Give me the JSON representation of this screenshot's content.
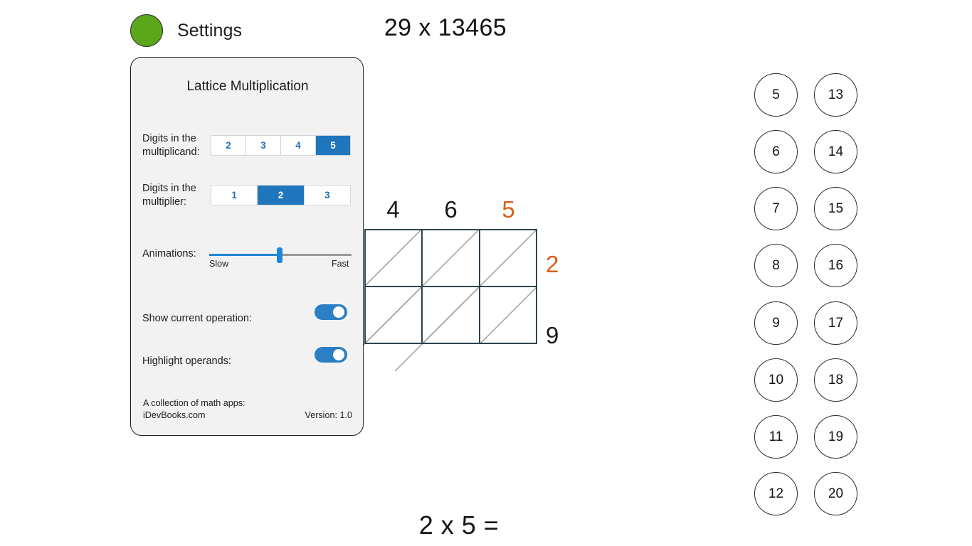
{
  "header": {
    "settings_button_icon": "green-circle",
    "settings_button_color": "#5aa819",
    "label": "Settings"
  },
  "problem": {
    "title": "29 x 13465",
    "multiplicand": "13465",
    "multiplier": "29"
  },
  "lattice": {
    "column_labels": [
      "4",
      "6",
      "5"
    ],
    "column_highlight_index": 2,
    "row_labels": [
      "2",
      "9"
    ],
    "row_highlight_index": 0,
    "rows": 2,
    "cols": 3,
    "cell_size": 81,
    "grid_color": "#2b4450",
    "diagonal_color": "#9a9a9a",
    "highlight_color": "#d9601a"
  },
  "current_operation": {
    "text": "2 x 5 ="
  },
  "number_circles": {
    "column_a": [
      "5",
      "6",
      "7",
      "8",
      "9",
      "10",
      "11",
      "12"
    ],
    "column_b": [
      "13",
      "14",
      "15",
      "16",
      "17",
      "18",
      "19",
      "20"
    ]
  },
  "settings_panel": {
    "title": "Lattice Multiplication",
    "multiplicand_setting": {
      "label_line1": "Digits in the",
      "label_line2": "multiplicand:",
      "options": [
        "2",
        "3",
        "4",
        "5"
      ],
      "selected": "5"
    },
    "multiplier_setting": {
      "label_line1": "Digits in the",
      "label_line2": "multiplier:",
      "options": [
        "1",
        "2",
        "3"
      ],
      "selected": "2"
    },
    "animations_setting": {
      "label": "Animations:",
      "min_label": "Slow",
      "max_label": "Fast",
      "value_percent": 49
    },
    "show_current_operation": {
      "label": "Show current operation:",
      "state": "on"
    },
    "highlight_operands": {
      "label": "Highlight operands:",
      "state": "on"
    },
    "footer": {
      "line1": "A collection of math apps:",
      "line2": "iDevBooks.com",
      "version": "Version: 1.0"
    },
    "accent_color": "#1f76bc"
  }
}
